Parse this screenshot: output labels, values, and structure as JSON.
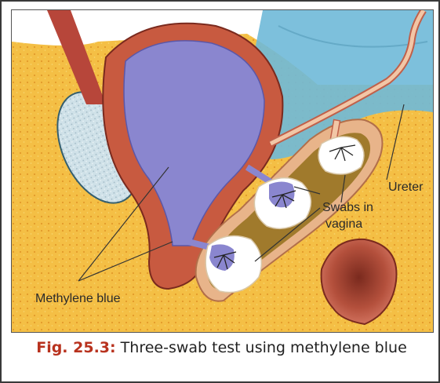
{
  "labels": {
    "ureter": "Ureter",
    "swabs_line1": "Swabs in",
    "swabs_line2": "vagina",
    "methylene": "Methylene blue"
  },
  "caption": {
    "figure_number": "Fig. 25.3:",
    "text": " Three-swab test using methylene blue"
  },
  "colors": {
    "fat": "#f4bf45",
    "bladder_wall": "#c85a40",
    "bladder_lumen": "#8a86cf",
    "cavity": "#6fb9d8",
    "caption_accent": "#b8321e"
  }
}
